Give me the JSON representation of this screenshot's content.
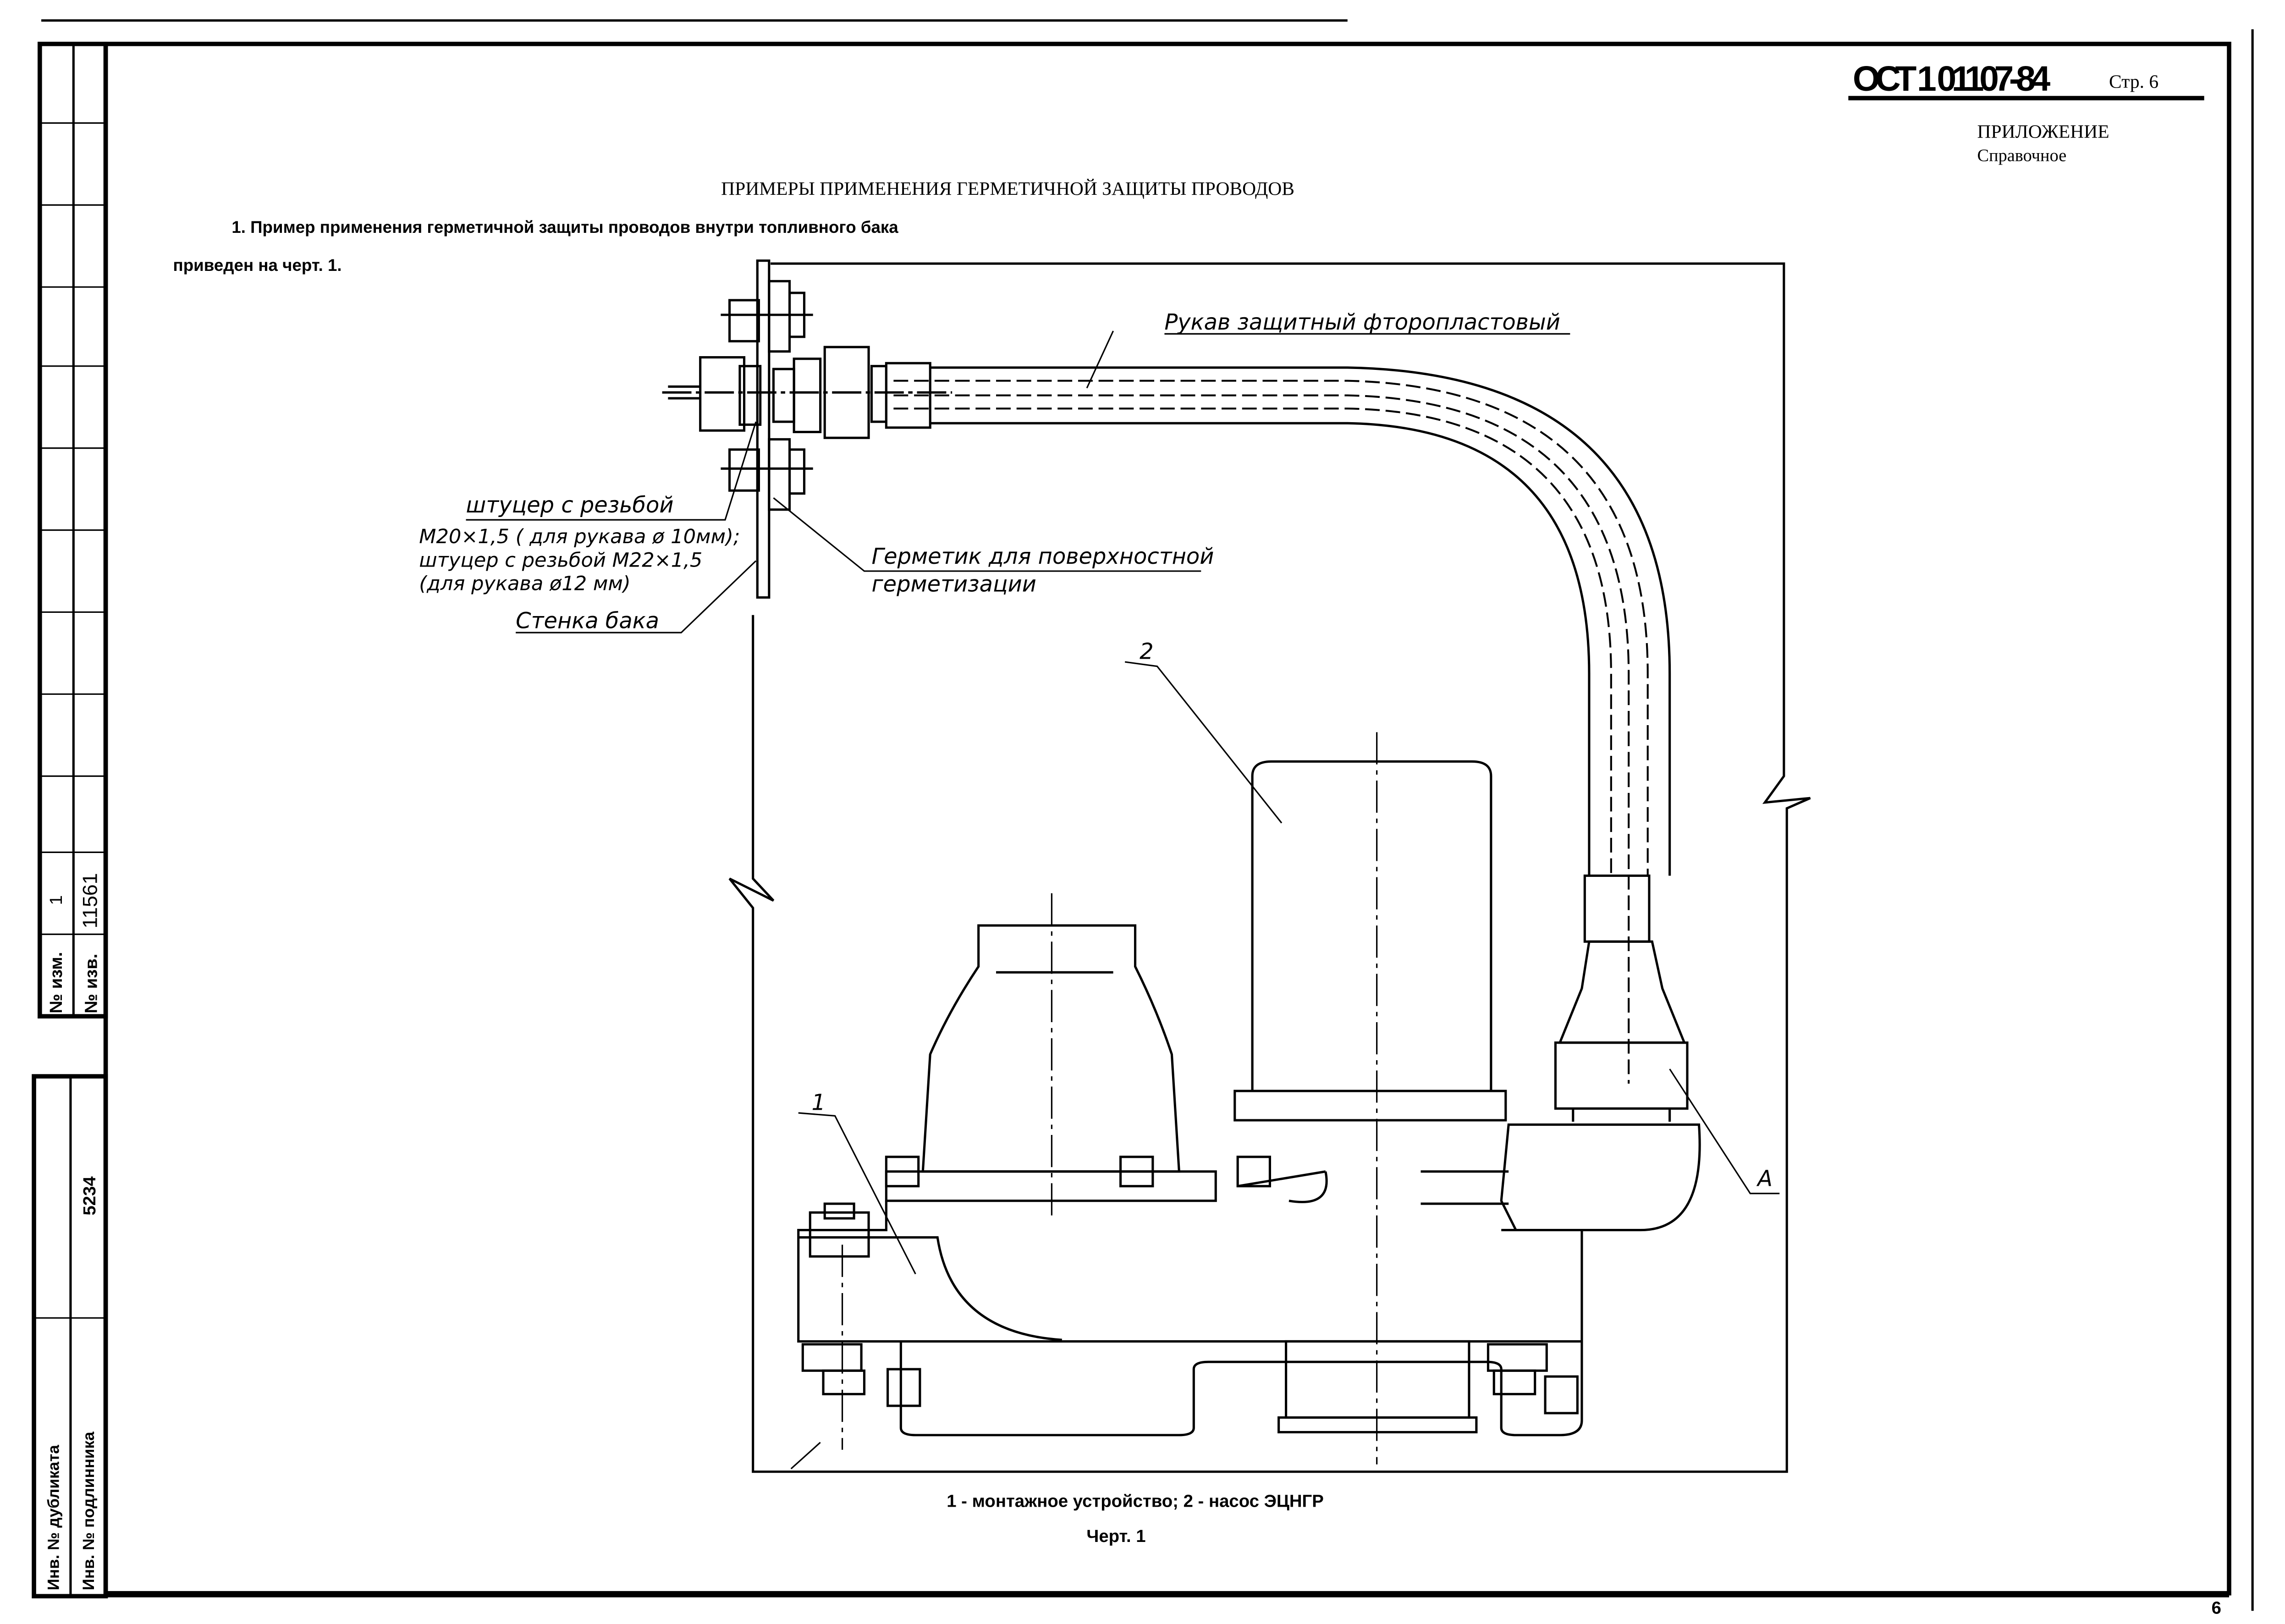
{
  "header": {
    "standard_code": "ОСТ 1 01107-84",
    "page_label": "Стр. 6",
    "appendix": "ПРИЛОЖЕНИЕ",
    "appendix_type": "Справочное"
  },
  "title": "ПРИМЕРЫ ПРИМЕНЕНИЯ ГЕРМЕТИЧНОЙ ЗАЩИТЫ ПРОВОДОВ",
  "paragraph": {
    "line1": "1. Пример применения герметичной защиты проводов внутри топливного бака",
    "line2": "приведен на черт. 1."
  },
  "drawing": {
    "labels": {
      "hose": "Рукав защитный фторопластовый",
      "fitting_1": "штуцер с резьбой",
      "fitting_2": "М20×1,5 ( для рукава ø 10мм);",
      "fitting_3": "штуцер с резьбой  М22×1,5",
      "fitting_4": "(для рукава ø12 мм)",
      "sealant_1": "Герметик для поверхностной",
      "sealant_2": "герметизации",
      "tank_wall": "Стенка бака",
      "pos1": "1",
      "pos2": "2",
      "detail": "А"
    },
    "caption": "1 - монтажное устройство; 2 - насос ЭЦНГР",
    "figure": "Черт. 1"
  },
  "side_stamp": {
    "change_no_label": "№ изм.",
    "change_no": "1",
    "notice_no_label": "№ изв.",
    "notice_no": "11561",
    "original_inv": "5234",
    "duplicate_label": "Инв. № дубликата",
    "original_label": "Инв. № подлинника"
  },
  "sheet_number": "6"
}
